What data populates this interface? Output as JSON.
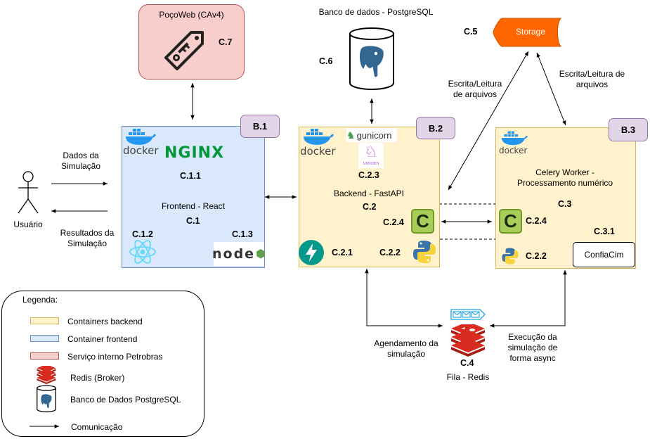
{
  "pocoweb": {
    "title": "PoçoWeb (CAv4)",
    "id": "C.7"
  },
  "database": {
    "title": "Banco de dados - PostgreSQL",
    "id": "C.6"
  },
  "storage": {
    "label": "Storage",
    "id": "C.5"
  },
  "rw_left": "Escrita/Leitura\nde arquivos",
  "rw_right": "Escrita/Leitura de\narquivos",
  "user": {
    "label": "Usuário"
  },
  "data_in": "Dados da\nSimulação",
  "data_out": "Resultados da\nSimulação",
  "frontend": {
    "badge": "B.1",
    "docker": "docker",
    "nginx": "NGINX",
    "nginx_id": "C.1.1",
    "title": "Frontend - React",
    "id": "C.1",
    "react_id": "C.1.2",
    "node_id": "C.1.3",
    "node_label": "node"
  },
  "backend": {
    "badge": "B.2",
    "docker": "docker",
    "gunicorn": "gunicorn",
    "uvicorn": "uvicorn",
    "gunicorn_id": "C.2.3",
    "title": "Backend - FastAPI",
    "id": "C.2",
    "celery_id": "C.2.4",
    "fastapi_id": "C.2.1",
    "python_id": "C.2.2"
  },
  "worker": {
    "badge": "B.3",
    "docker": "docker",
    "title": "Celery Worker  -\nProcessamento numérico",
    "id": "C.3",
    "celery_id": "C.2.4",
    "python_id": "C.2.2",
    "subid": "C.3.1",
    "confiacim": "ConfiaCim"
  },
  "queue": {
    "id": "C.4",
    "label": "Fila - Redis"
  },
  "scheduling": "Agendamento da\nsimulação",
  "execution": "Execução da\nsimulação de\nforma async",
  "legend": {
    "title": "Legenda:",
    "items": [
      {
        "label": "Containers backend",
        "color": "#fff2cc",
        "border": "#d6b656"
      },
      {
        "label": "Container frontend",
        "color": "#dae8fc",
        "border": "#6c8ebf"
      },
      {
        "label": "Serviço interno Petrobras",
        "color": "#f8cecc",
        "border": "#b85450"
      }
    ],
    "redis": "Redis (Broker)",
    "postgres": "Banco de Dados PostgreSQL",
    "arrow": "Comunicação"
  },
  "colors": {
    "backend_fill": "#fff2cc",
    "backend_stroke": "#d6b656",
    "frontend_fill": "#dae8fc",
    "frontend_stroke": "#6c8ebf",
    "petrobras_fill": "#f8cecc",
    "petrobras_stroke": "#b85450",
    "badge_fill": "#e1d5e7",
    "storage_fill": "#ff6600",
    "nginx_green": "#009639",
    "fastapi_green": "#05998b",
    "redis_red": "#d82c20",
    "docker_blue": "#2496ed",
    "celery_green": "#7fae3b"
  }
}
